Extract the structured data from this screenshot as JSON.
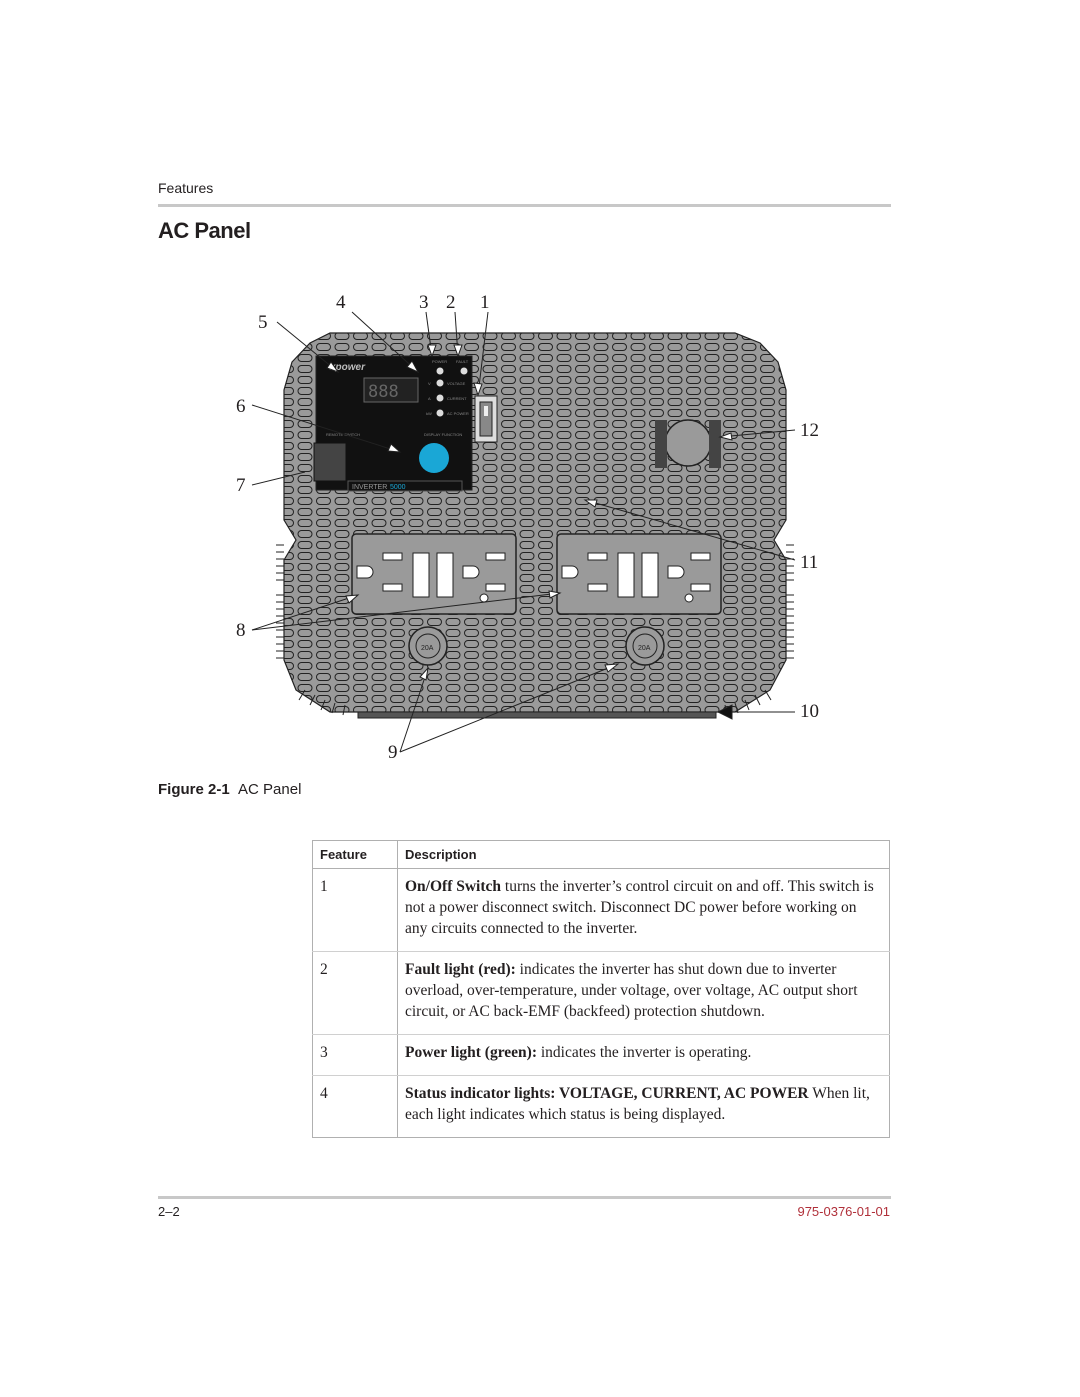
{
  "header": {
    "section": "Features"
  },
  "page_title": "AC Panel",
  "figure": {
    "caption_number": "Figure 2-1",
    "caption_text": "AC Panel",
    "callouts": [
      "1",
      "2",
      "3",
      "4",
      "5",
      "6",
      "7",
      "8",
      "9",
      "10",
      "11",
      "12"
    ],
    "panel": {
      "brand": "xpower",
      "model_word": "INVERTER",
      "model_number": "5000",
      "display_digits": "888",
      "led_labels": [
        "POWER",
        "FAULT"
      ],
      "status_labels": [
        "VOLTAGE",
        "CURRENT",
        "AC POWER"
      ],
      "status_prefixes": [
        "V",
        "A",
        "kW"
      ],
      "power_switch_label": "REMOTE SWITCH",
      "display_function_label": "DISPLAY FUNCTION",
      "breaker_label": "20A"
    }
  },
  "table": {
    "headers": {
      "feature": "Feature",
      "description": "Description"
    },
    "rows": [
      {
        "feature": "1",
        "bold": "On/Off Switch",
        "text": " turns the inverter’s control circuit on and off. This switch is not a power disconnect switch. Disconnect DC power before working on any circuits connected to the inverter."
      },
      {
        "feature": "2",
        "bold": "Fault light (red):",
        "text": " indicates the inverter has shut down due to inverter overload, over-temperature, under voltage, over voltage, AC output short circuit, or AC back-EMF (backfeed) protection shutdown."
      },
      {
        "feature": "3",
        "bold": "Power light (green):",
        "text": " indicates the inverter is operating."
      },
      {
        "feature": "4",
        "bold": "Status indicator lights: VOLTAGE, CURRENT, AC POWER",
        "text": " When lit, each light indicates which status is being displayed."
      }
    ]
  },
  "footer": {
    "page": "2–2",
    "doc_number": "975-0376-01-01"
  },
  "colors": {
    "accent_doc_number": "#b0303a",
    "panel_gray": "#9a9a9a",
    "display_button": "#1aa7d6"
  }
}
